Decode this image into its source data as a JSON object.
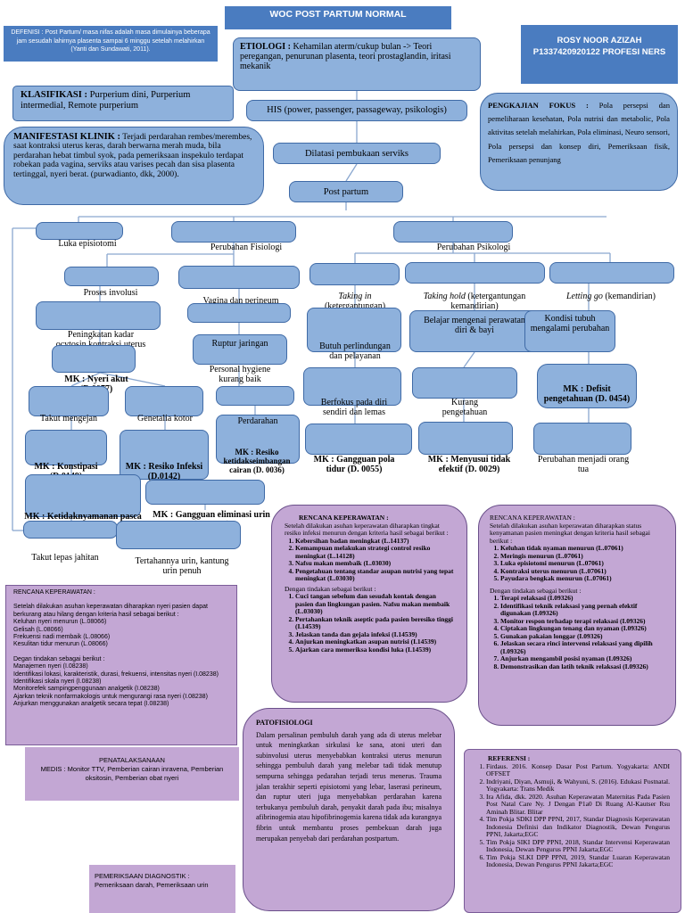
{
  "title": "WOC POST PARTUM NORMAL",
  "definisi": "DEFENISI : Post Partum/ masa nifas adalah masa dimulainya beberapa jam sesudah lahirnya plasenta sampai 6 minggu setelah melahirkan (Yanti dan Sundawati, 2011).",
  "author": {
    "name": "ROSY NOOR AZIZAH",
    "id": "P1337420920122 PROFESI NERS"
  },
  "etiologi": {
    "label": "ETIOLOGI :",
    "text": "Kehamilan aterm/cukup bulan -> Teori peregangan, penurunan plasenta, teori prostaglandin, iritasi mekanik"
  },
  "klasifikasi": {
    "label": "KLASIFIKASI :",
    "text": "Purperium dini, Purperium intermedial, Remote purperium"
  },
  "his": "HIS (power, passenger, passageway, psikologis)",
  "pengkajian": {
    "label": "PENGKAJIAN FOKUS :",
    "text": "Pola persepsi dan pemeliharaan kesehatan, Pola nutrisi dan metabolic, Pola aktivitas setelah melahirkan, Pola eliminasi, Neuro sensori, Pola persepsi dan konsep diri, Pemeriksaan fisik, Pemeriksaan penunjang"
  },
  "manifestasi": {
    "label": "MANIFESTASI KLINIK :",
    "text": "Terjadi perdarahan rembes/merembes, saat kontraksi uterus keras, darah berwarna merah muda, bila perdarahan hebat timbul syok, pada pemeriksaan inspekulo terdapat robekan pada vagina, serviks atau varises pecah dan sisa plasenta tertinggal, nyeri berat. (purwadianto, dkk, 2000)."
  },
  "dilatasi": "Dilatasi pembukaan serviks",
  "post_partum": "Post partum",
  "luka": "Luka episiotomi",
  "fisiologi": "Perubahan Fisiologi",
  "psikologi": "Perubahan Psikologi",
  "involusi": "Proses involusi",
  "vagina": "Vagina dan perineum",
  "taking_in": {
    "term": "Taking in",
    "desc": "(ketergantungan)"
  },
  "taking_hold": {
    "term": "Taking hold",
    "desc": "(ketergantungan kemandirian)"
  },
  "letting_go": {
    "term": "Letting go",
    "desc": "(kemandirian)"
  },
  "oksitosin": "Peningkatan kadar ocytosin,kontraksi uterus",
  "ruptur": "Ruptur jaringan",
  "butuh": "Butuh perlindungan dan pelayanan",
  "belajar": "Belajar mengenai perawatan diri & bayi",
  "kondisi": "Kondisi tubuh mengalami perubahan",
  "mk_nyeri": "MK : Nyeri akut (D.0077)",
  "hygiene": "Personal hygiene kurang baik",
  "berfokus": "Berfokus pada diri sendiri dan lemas",
  "kurang": "Kurang pengetahuan",
  "mk_defisit": "MK : Defisit pengetahuan (D. 0454)",
  "takut": "Takut mengejan",
  "genetalia": "Genetalia kotor",
  "perdarahan": "Perdarahan",
  "mk_cairan": "MK : Resiko ketidakseimbangan cairan (D. 0036)",
  "mk_tidur": "MK : Gangguan pola tidur (D. 0055)",
  "mk_menyusui": "MK : Menyusui tidak efektif (D. 0029)",
  "perubahan_ortu": "Perubahan menjadi orang tua",
  "mk_konstipasi": "MK : Konstipasi (D.0149)",
  "mk_infeksi": "MK : Resiko Infeksi (D.0142)",
  "mk_nyaman": "MK : Ketidaknyamanan pasca partum(D.0075)",
  "mk_eliminasi": "MK : Gangguan eliminasi urin ( D. 0040)",
  "takut_jahitan": "Takut lepas jahitan",
  "tertahan": "Tertahannya urin, kantung urin penuh",
  "rencana1": {
    "title": "RENCANA KEPERAWATAN :",
    "intro": "Setelah dilakukan asuhan keperawatan diharapkan nyeri pasien dapat berkurang atau hilang dengan kriteria hasil sebagai berikut :",
    "criteria": [
      "Keluhan nyeri menurun (L.08066)",
      "Gelisah (L.08066)",
      "Frekuensi nadi membaik (L.08066)",
      "Kesulitan tidur menurun (L.08066)"
    ],
    "action_intro": "Degan tindakan sebagai berikut :",
    "actions": [
      "Manajemen nyeri (I.08238)",
      "Identifikasi lokasi, karakteristik, durasi, frekuensi, intensitas nyeri (I.08238)",
      "Identifikasi skala nyeri (I.08238)",
      "Monitorefek sampingpenggunaan analgetik (I.08238)",
      "Ajarkan teknik nonfarmakologis untuk mengurangi rasa nyeri (I.08238)",
      "Anjurkan menggunakan analgetik secara tepat (I.08238)"
    ]
  },
  "rencana2": {
    "title": "RENCANA KEPERAWATAN :",
    "intro": "Setelah dilakukan asuhan keperawatan diharapkan tingkat resiko infeksi menurun dengan kriteria hasil sebagai berikut :",
    "criteria": [
      "Kebersihan badan meningkat (L.14137)",
      "Kemampuan melakukan strategi control resiko meningkat (L.14128)",
      "Nafsu makan membaik (L.03030)",
      "Pengetahuan tentang standar asupan nutrisi yang tepat meningkat (L.03030)"
    ],
    "action_intro": "Dengan tindakan sebagai berikut :",
    "actions": [
      "Cuci tangan sebelum dan sesudah kontak dengan pasien dan lingkungan pasien. Nafsu makan membaik (L.03030)",
      "Pertahankan teknik aseptic pada pasien beresiko tinggi (I.14539)",
      "Jelaskan tanda dan gejala infeksi (I.14539)",
      "Anjurkan meningkatkan asupan nutrisi (I.14539)",
      "Ajarkan cara memeriksa kondisi luka (I.14539)"
    ]
  },
  "rencana3": {
    "title": "RENCANA KEPERAWATAN :",
    "intro": "Setelah dilakukan asuhan keperawatan diharapkan status kenyamanan pasien meningkat dengan kriteria hasil sebagai berikut :",
    "criteria": [
      "Keluhan tidak nyaman menurun (L.07061)",
      "Meringis menurun (L.07061)",
      "Luka episiotomi menurun (L.07061)",
      "Kontraksi uterus menurun (L.07061)",
      "Payudara bengkak menurun (L.07061)"
    ],
    "action_intro": "Dengan tindakan sebagai berikut :",
    "actions": [
      "Terapi relaksasi (I.09326)",
      "Identifikasi teknik relaksasi yang pernah efektif digunakan (I.09326)",
      "Monitor respon terhadap terapi relaksasi (I.09326)",
      "Ciptakan lingkungan tenang dan nyaman (I.09326)",
      "Gunakan pakaian longgar (I.09326)",
      "Jelaskan secara rinci intervensi relaksasi yang dipilih (I.09326)",
      "Anjurkan mengambil posisi nyaman (I.09326)",
      "Demonstrasikan dan latih teknik relaksasi (I.09326)"
    ]
  },
  "patofisiologi": {
    "title": "PATOFISIOLOGI",
    "text": "Dalam persalinan pembuluh darah yang ada di uterus melebar untuk meningkatkan sirkulasi ke sana, atoni uteri dan subinvolusi uterus menyebabkan kontraksi uterus menurun sehingga pembuluh darah yang melebar tadi tidak menutup sempurna sehingga pedarahan terjadi terus menerus. Trauma jalan terakhir seperti episiotomi yang lebar, laserasi perineum, dan ruptur uteri juga menyebabkan perdarahan karena terbukanya pembuluh darah, penyakit darah pada ibu; misalnya afibrinogemia atau hipofibrinogemia karena tidak ada kurangnya fibrin untuk membantu proses pembekuan darah juga merupakan penyebab dari perdarahan postpartum."
  },
  "penatalaksanaan": {
    "title": "PENATALAKSANAAN",
    "text": "MEDIS : Monitor TTV, Pemberian cairan inravena, Pemberian oksitosin, Pemberian obat nyeri"
  },
  "diagnostik": {
    "title": "PEMERIKSAAN DIAGNOSTIK :",
    "text": "Pemeriksaan darah, Pemeriksaan urin"
  },
  "referensi": {
    "title": "REFERENSI :",
    "items": [
      "Firdaus. 2016. Konsep Dasar Post Partum. Yogyakarta: ANDI OFFSET",
      "Indriyani, Diyan, Asmuji, & Wahyuni, S. (2016). Edukasi Postnatal. Yogyakarta: Trans Medik",
      "Ira Afida, dkk. 2020. Asuhan Keperawatan Maternitas Pada Pasien Post Natal Care Ny. J Dengan P1a0 Di Ruang Al-Kautser Rsu Aminah Blitar. Blitar",
      "Tim Pokja SDKI DPP PPNI, 2017, Standar Diagnosis Keperawatan Indonesia Definisi dan Indikator Diagnostik, Dewan Pengurus PPNI, Jakarta;EGC",
      "Tim Pokja SIKI DPP PPNI, 2018, Standar Intervensi Keperawatan Indonesia, Dewan Pengurus PPNI Jakarta;EGC",
      "Tim Pokja SLKI DPP PPNI, 2019, Standar Luaran Keperawatan Indonesia, Dewan Pengurus PPNI Jakarta;EGC"
    ]
  },
  "colors": {
    "header_blue": "#4a7cc0",
    "node_blue": "#8eb1dc",
    "panel_purple": "#c3a7d4"
  }
}
